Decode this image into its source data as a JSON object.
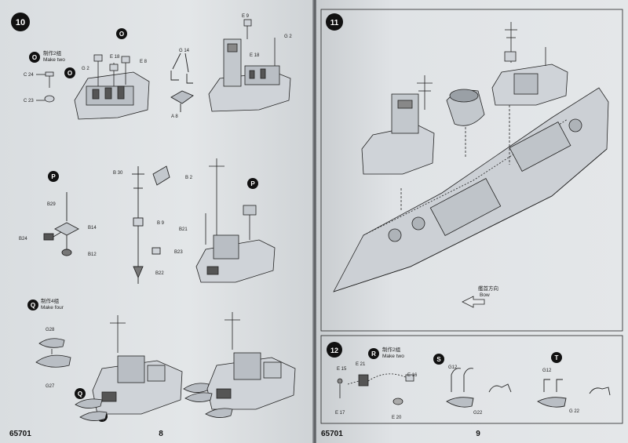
{
  "left_page": {
    "step_number": "10",
    "page_number": "8",
    "product_code": "65701",
    "callouts": {
      "O": "O",
      "P": "P",
      "Q": "Q"
    },
    "notes": [
      {
        "cn": "制作2组",
        "en": "Make two"
      },
      {
        "cn": "制作4组",
        "en": "Make four"
      }
    ],
    "part_labels": {
      "c24": "C 24",
      "c23": "C 23",
      "g2a": "G 2",
      "e18a": "E 18",
      "e8": "E 8",
      "g14": "G 14",
      "a8": "A 8",
      "e9": "E 9",
      "g2b": "G 2",
      "e18b": "E 18",
      "b30": "B 30",
      "b2": "B 2",
      "b29": "B29",
      "b14": "B14",
      "b24": "B24",
      "b12": "B12",
      "b9": "B 9",
      "b21": "B21",
      "b23": "B23",
      "b22": "B22",
      "g28": "G28",
      "g27": "G27"
    }
  },
  "right_page": {
    "step_number": "11",
    "step_number_2": "12",
    "page_number": "9",
    "product_code": "65701",
    "bow_cn": "艦首方向",
    "bow_en": "Bow",
    "callouts": {
      "R": "R",
      "S": "S",
      "T": "T"
    },
    "note_r": {
      "cn": "制作2组",
      "en": "Make two"
    },
    "part_labels": {
      "e15": "E 15",
      "e21": "E 21",
      "e16": "E 16",
      "e17": "E 17",
      "e20": "E 20",
      "g12a": "G12",
      "g22a": "G22",
      "g12b": "G12",
      "g22b": "G 22"
    }
  },
  "colors": {
    "paper": "#dfe3e6",
    "line": "#1e1e1e",
    "part_fill": "#cfd3d8",
    "callout": "#111111"
  }
}
